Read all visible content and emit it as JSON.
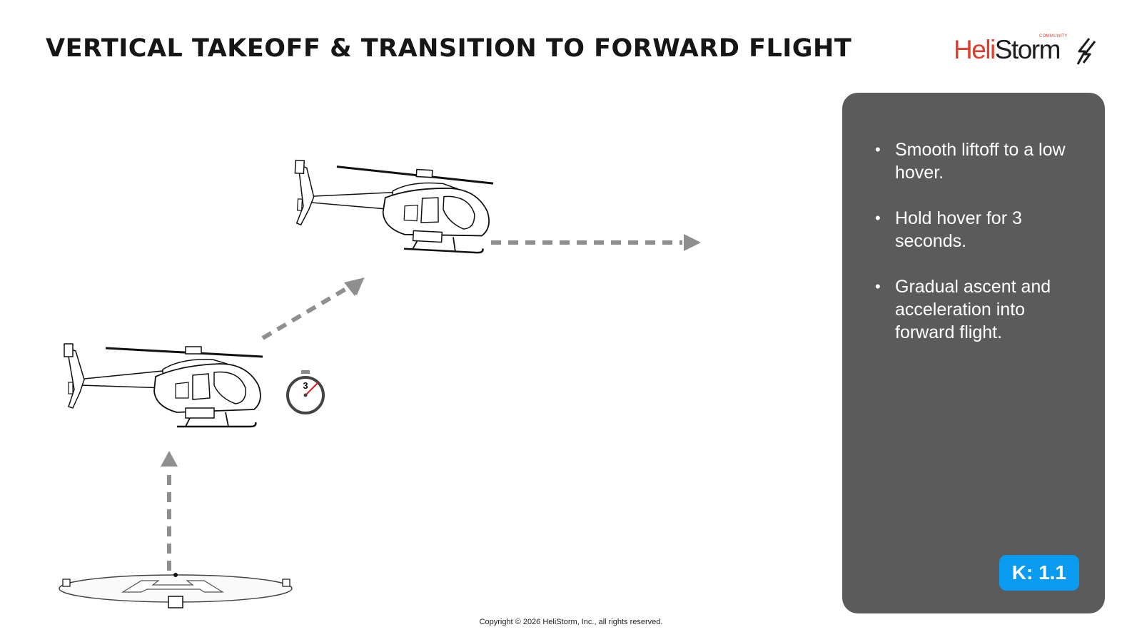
{
  "title": "VERTICAL TAKEOFF & TRANSITION TO FORWARD FLIGHT",
  "logo": {
    "part1": "Heli",
    "part2": "Storm",
    "tag": "COMMUNITY",
    "brand_color": "#e23b2a"
  },
  "timer": {
    "value": "3"
  },
  "panel": {
    "bullets": [
      "Smooth liftoff to a low hover.",
      "Hold hover for 3 seconds.",
      "Gradual ascent and acceleration into forward flight."
    ],
    "badge": "K: 1.1",
    "background": "#5b5b5b",
    "badge_color": "#0a9bf0"
  },
  "copyright": "Copyright © 2026 HeliStorm, Inc., all rights reserved."
}
